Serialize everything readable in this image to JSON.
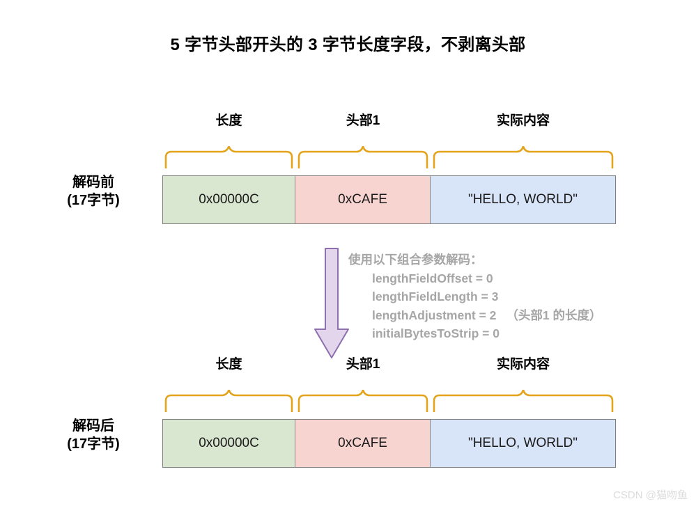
{
  "title": "5 字节头部开头的 3 字节长度字段，不剥离头部",
  "colors": {
    "length_cell": "#D9E7D0",
    "header_cell": "#F7D4D0",
    "content_cell": "#D8E4F7",
    "brace": "#E3A31B",
    "arrow_fill": "#E2D5EC",
    "arrow_border": "#8E6FB0",
    "bar_border": "#7F7F7F",
    "params_text": "#A6A6A6",
    "watermark": "#DCDCDC"
  },
  "columns": [
    {
      "label": "长度",
      "name": "length"
    },
    {
      "label": "头部1",
      "name": "header1"
    },
    {
      "label": "实际内容",
      "name": "payload"
    }
  ],
  "rows": [
    {
      "name": "before-decode",
      "label_line1": "解码前",
      "label_line2": "(17字节)",
      "cells": [
        {
          "value": "0x00000C",
          "name": "length"
        },
        {
          "value": "0xCAFE",
          "name": "header1"
        },
        {
          "value": "\"HELLO, WORLD\"",
          "name": "payload"
        }
      ]
    },
    {
      "name": "after-decode",
      "label_line1": "解码后",
      "label_line2": "(17字节)",
      "cells": [
        {
          "value": "0x00000C",
          "name": "length"
        },
        {
          "value": "0xCAFE",
          "name": "header1"
        },
        {
          "value": "\"HELLO, WORLD\"",
          "name": "payload"
        }
      ]
    }
  ],
  "params": {
    "heading": "使用以下组合参数解码：",
    "lines": [
      "lengthFieldOffset = 0",
      "lengthFieldLength = 3",
      "lengthAdjustment = 2",
      "initialBytesToStrip = 0"
    ],
    "adjustment_note": "（头部1 的长度）"
  },
  "watermark": "CSDN @猫吻鱼"
}
